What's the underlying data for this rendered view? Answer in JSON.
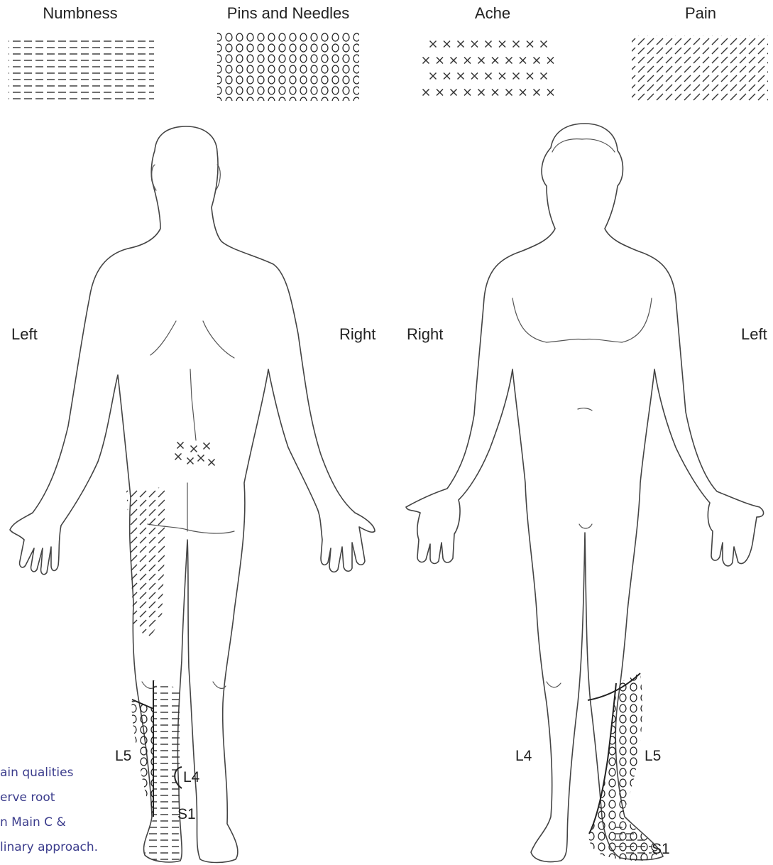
{
  "legend": [
    {
      "label": "Numbness",
      "pattern": "dashes"
    },
    {
      "label": "Pins and Needles",
      "pattern": "ovals"
    },
    {
      "label": "Ache",
      "pattern": "crosses"
    },
    {
      "label": "Pain",
      "pattern": "slashes"
    }
  ],
  "posterior_view": {
    "left_label": "Left",
    "right_label": "Right",
    "root_labels": {
      "l5": "L5",
      "l4": "L4",
      "s1": "S1"
    }
  },
  "anterior_view": {
    "left_label": "Right",
    "right_label": "Left",
    "root_labels": {
      "l4": "L4",
      "l5": "L5",
      "s1": "S1"
    }
  },
  "caption": {
    "lines": [
      "ain qualities",
      "erve root",
      "n Main C &",
      "linary approach."
    ],
    "color": "#3b3c8c"
  },
  "colors": {
    "outline": "#444444",
    "pattern": "#333333",
    "text": "#222222"
  }
}
